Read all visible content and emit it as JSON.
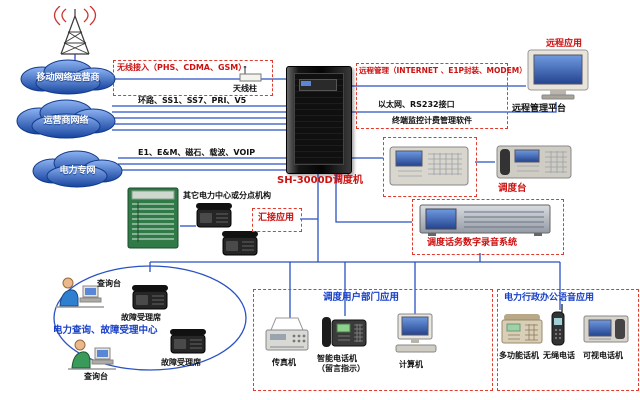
{
  "diagram": {
    "clouds": {
      "mobile_operator": "移动网络运营商",
      "carrier_network": "运营商网络",
      "power_private": "电力专网"
    },
    "core": {
      "switch": "SH-3000D调度机"
    },
    "access": {
      "wireless": "无线接入（PHS、CDMA、GSM）",
      "antenna": "天线柱",
      "carrier_trunks": "环路、SS1、SS7、PRI、V5",
      "power_trunks": "E1、E&M、磁石、载波、VOIP"
    },
    "remote": {
      "management": "远程管理（INTERNET 、E1P封装、MODEM）",
      "interfaces": "以太网、RS232接口",
      "software": "终端监控计费管理软件",
      "application": "远程应用",
      "platform": "远程管理平台"
    },
    "dispatch": {
      "console": "调度台",
      "recording_system": "调度话务数字录音系统"
    },
    "tandem": {
      "other_centers": "其它电力中心或分点机构",
      "application": "汇接应用"
    },
    "service_center": {
      "title": "电力查询、故障受理中心",
      "query_desk_top": "查询台",
      "query_desk_bottom": "查询台",
      "fault_desk_top": "故障受理席",
      "fault_desk_bottom": "故障受理席"
    },
    "department": {
      "title": "调度用户部门应用",
      "fax": "传真机",
      "smart_phone": "智能电话机",
      "smart_phone_note": "（留言指示）",
      "computer": "计算机"
    },
    "office": {
      "title": "电力行政办公语音应用",
      "multi_phone": "多功能话机",
      "cordless_phone": "无绳电话",
      "video_phone": "可视电话机"
    },
    "colors": {
      "line_blue": "#2b52c4",
      "box_red": "#e23b2e",
      "label_red": "#cc1111",
      "label_blue": "#1840c8"
    }
  }
}
